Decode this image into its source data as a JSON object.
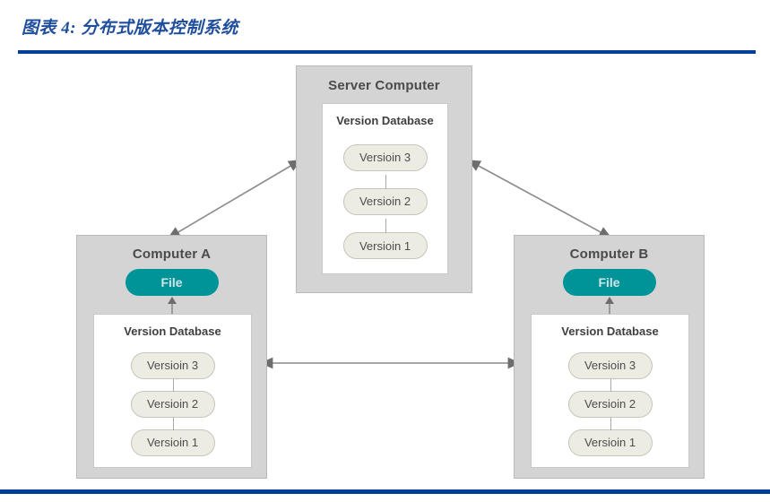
{
  "header": {
    "figure_title": "图表 4: 分布式版本控制系统",
    "rule_color": "#003f98"
  },
  "colors": {
    "title_blue": "#1f4e9c",
    "rule_blue": "#003f98",
    "machine_box_fill": "#d4d4d4",
    "machine_box_border": "#b9b9b9",
    "panel_fill": "#ffffff",
    "panel_border": "#c9c9c9",
    "file_pill_fill": "#009499",
    "file_pill_text": "#cfe4e6",
    "version_pill_fill": "#edece3",
    "version_pill_border": "#c6c5bb",
    "arrow_gray": "#8c8c8c",
    "arrow_head_gray": "#6d6d6d"
  },
  "diagram": {
    "type": "node-link-diagram",
    "nodes": [
      {
        "id": "server",
        "title": "Server Computer",
        "has_file_pill": false,
        "panel": {
          "title": "Version Database",
          "versions": [
            "Versioin 3",
            "Versioin 2",
            "Versioin 1"
          ]
        }
      },
      {
        "id": "computer-a",
        "title": "Computer A",
        "has_file_pill": true,
        "file_label": "File",
        "panel": {
          "title": "Version Database",
          "versions": [
            "Versioin 3",
            "Versioin 2",
            "Versioin 1"
          ]
        }
      },
      {
        "id": "computer-b",
        "title": "Computer B",
        "has_file_pill": true,
        "file_label": "File",
        "panel": {
          "title": "Version Database",
          "versions": [
            "Versioin 3",
            "Versioin 2",
            "Versioin 1"
          ]
        }
      }
    ],
    "edges": [
      {
        "id": "edge-a-server",
        "from": "computer-a",
        "to": "server",
        "style": "double-arrow",
        "label": ""
      },
      {
        "id": "edge-server-b",
        "from": "server",
        "to": "computer-b",
        "style": "double-arrow",
        "label": ""
      },
      {
        "id": "edge-a-b",
        "from": "computer-a",
        "to": "computer-b",
        "style": "double-arrow",
        "label": ""
      },
      {
        "id": "edge-vdb-file-a",
        "from": "computer-a-version-database",
        "to": "computer-a-file",
        "style": "single-arrow",
        "label": ""
      },
      {
        "id": "edge-vdb-file-b",
        "from": "computer-b-version-database",
        "to": "computer-b-file",
        "style": "single-arrow",
        "label": ""
      }
    ]
  }
}
